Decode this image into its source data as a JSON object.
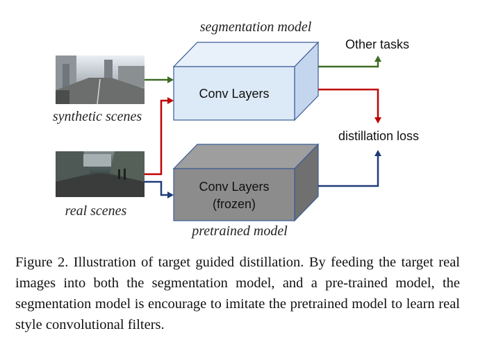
{
  "diagram": {
    "labels": {
      "segmentation_model": "segmentation model",
      "pretrained_model": "pretrained model",
      "synthetic_scenes": "synthetic scenes",
      "real_scenes": "real scenes",
      "other_tasks": "Other tasks",
      "distillation_loss": "distillation loss"
    },
    "seg_box": {
      "label": "Conv Layers"
    },
    "pre_box": {
      "label_line1": "Conv Layers",
      "label_line2": "(frozen)"
    },
    "colors": {
      "green_arrow": "#3d6b24",
      "red_arrow": "#c00000",
      "blue_arrow": "#1f3b78",
      "seg_box_front": "#dce9f7",
      "seg_box_top": "#e8f0fa",
      "seg_box_side": "#c3d6ee",
      "pre_box_front": "#8c8c8c",
      "pre_box_top": "#9e9e9e",
      "pre_box_side": "#707070",
      "box_stroke": "#3a5a96"
    }
  },
  "caption": "Figure 2. Illustration of target guided distillation. By feeding the target real images into both the segmentation model, and a pre-trained model, the segmentation model is encourage to imitate the pretrained model to learn real style convolutional filters."
}
